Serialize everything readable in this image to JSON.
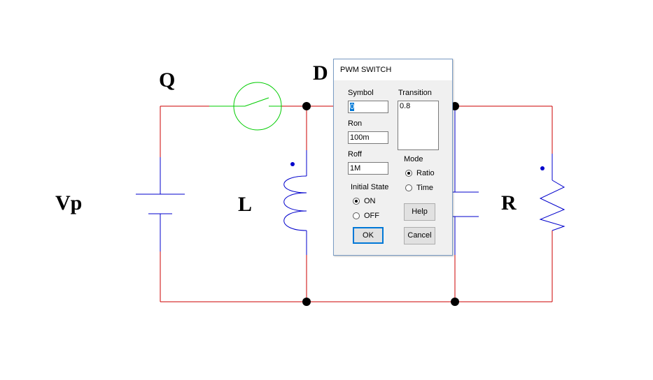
{
  "schematic": {
    "labels": {
      "switch": "Q",
      "diode": "D",
      "source": "Vp",
      "inductor": "L",
      "resistor": "R"
    },
    "colors": {
      "wire": "#cc0000",
      "component": "#0000cc",
      "switch": "#00cc00",
      "node": "#000000"
    }
  },
  "dialog": {
    "title": "PWM SWITCH",
    "symbol": {
      "label": "Symbol",
      "value": "0"
    },
    "ron": {
      "label": "Ron",
      "value": "100m"
    },
    "roff": {
      "label": "Roff",
      "value": "1M"
    },
    "transition": {
      "label": "Transition",
      "value": "0.8"
    },
    "mode": {
      "label": "Mode",
      "options": [
        "Ratio",
        "Time"
      ],
      "selected": "Ratio"
    },
    "initial_state": {
      "label": "Initial State",
      "options": [
        "ON",
        "OFF"
      ],
      "selected": "ON"
    },
    "buttons": {
      "help": "Help",
      "ok": "OK",
      "cancel": "Cancel"
    }
  }
}
